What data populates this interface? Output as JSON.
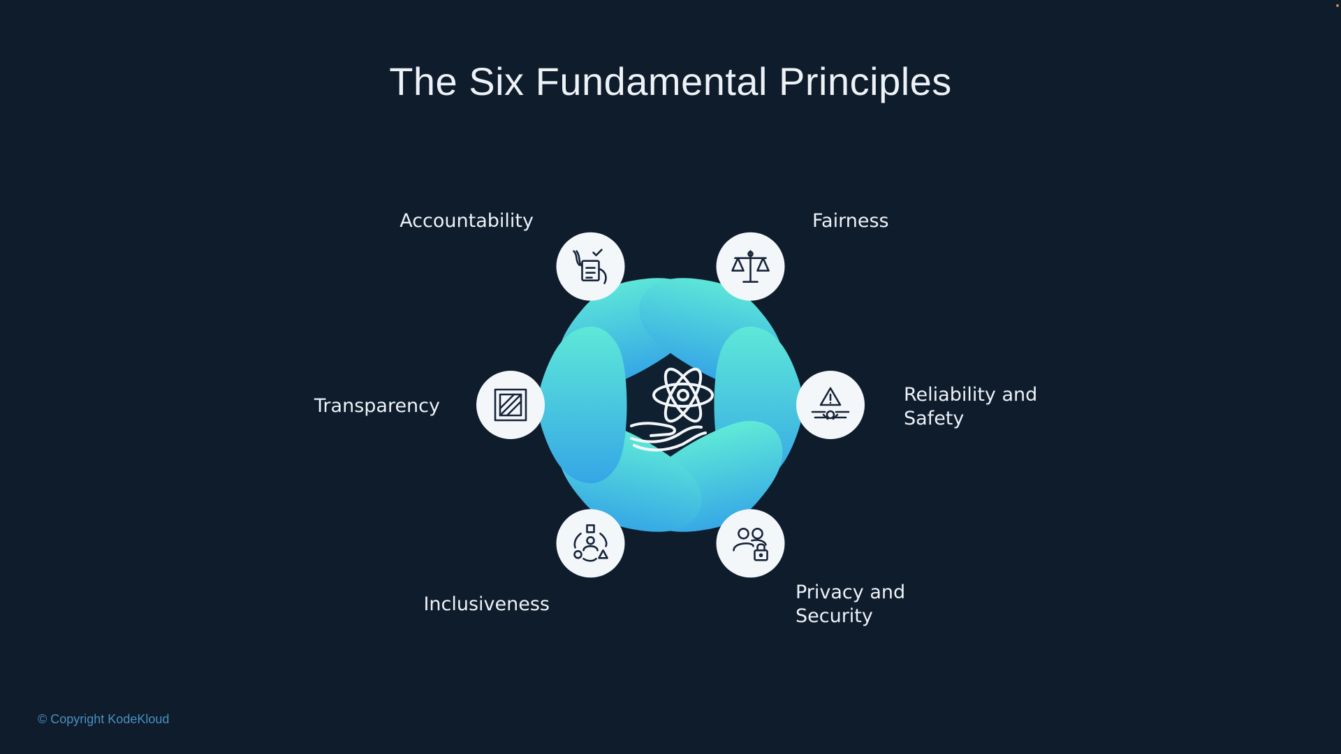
{
  "slide": {
    "title": "The Six Fundamental Principles",
    "copyright": "© Copyright KodeKloud"
  },
  "hub": {
    "icon": "atom-in-hand-icon"
  },
  "principles": [
    {
      "id": "accountability",
      "label": "Accountability",
      "icon": "checklist-document-icon"
    },
    {
      "id": "fairness",
      "label": "Fairness",
      "icon": "balance-scale-icon"
    },
    {
      "id": "reliability",
      "label_line1": "Reliability and",
      "label_line2": "Safety",
      "icon": "warning-alert-icon"
    },
    {
      "id": "privacy",
      "label_line1": "Privacy and",
      "label_line2": "Security",
      "icon": "people-lock-icon"
    },
    {
      "id": "inclusiveness",
      "label": "Inclusiveness",
      "icon": "diverse-group-icon"
    },
    {
      "id": "transparency",
      "label": "Transparency",
      "icon": "glass-pane-icon"
    }
  ],
  "colors": {
    "background": "#0e1c2c",
    "petal_top": "#5ee8d8",
    "petal_bottom": "#35a6e6",
    "icon_circle": "#f4f7fa",
    "icon_stroke": "#16243a",
    "text": "#eef2f7",
    "copyright": "#4a90bf"
  }
}
